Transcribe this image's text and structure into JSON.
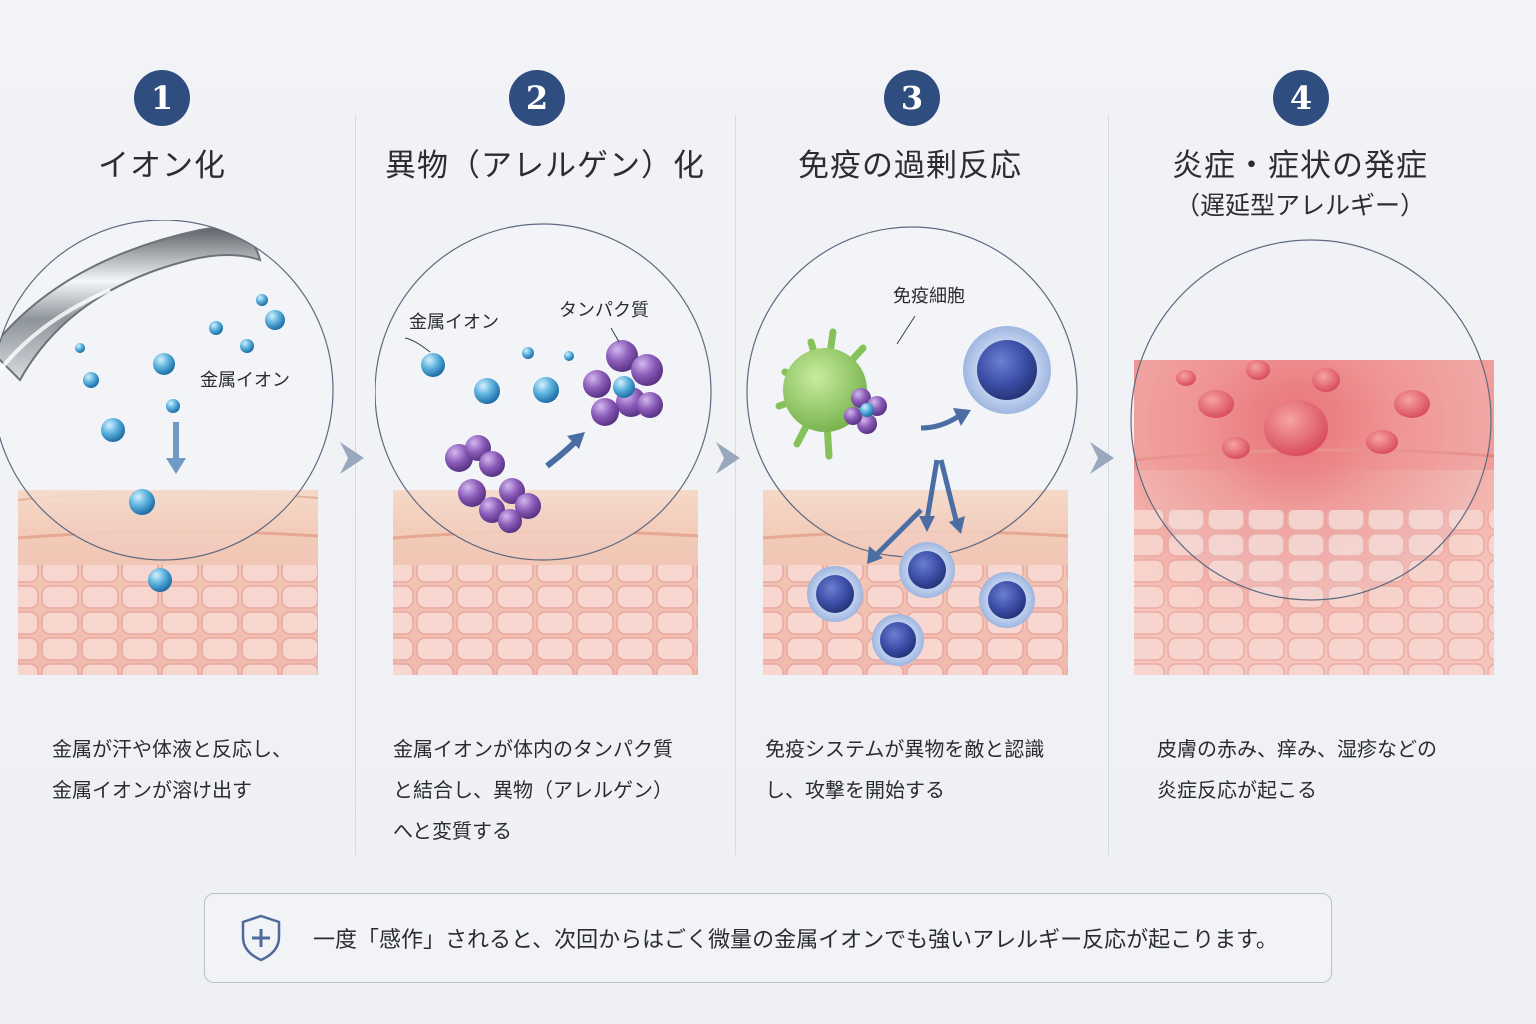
{
  "steps": [
    {
      "number": "1",
      "title": "イオン化",
      "subtitle": "",
      "callouts": [
        "金属イオン"
      ],
      "desc": [
        "金属が汗や体液と反応し、",
        "金属イオンが溶け出す"
      ]
    },
    {
      "number": "2",
      "title": "異物（アレルゲン）化",
      "subtitle": "",
      "callouts": [
        "金属イオン",
        "タンパク質"
      ],
      "desc": [
        "金属イオンが体内のタンパク質",
        "と結合し、異物（アレルゲン）",
        "へと変質する"
      ]
    },
    {
      "number": "3",
      "title": "免疫の過剰反応",
      "subtitle": "",
      "callouts": [
        "免疫細胞"
      ],
      "desc": [
        "免疫システムが異物を敵と認識",
        "し、攻撃を開始する"
      ]
    },
    {
      "number": "4",
      "title": "炎症・症状の発症",
      "subtitle": "（遅延型アレルギー）",
      "callouts": [],
      "desc": [
        "皮膚の赤み、痒み、湿疹などの",
        "炎症反応が起こる"
      ]
    }
  ],
  "notice": {
    "icon": "shield-plus-icon",
    "text": "一度「感作」されると、次回からはごく微量の金属イオンでも強いアレルギー反応が起こります。"
  },
  "colors": {
    "accent": "#2f4e7f",
    "ion": "#3c93c9",
    "protein": "#8a5bb8",
    "immune": "#3d4fa8",
    "virus": "#86c25a",
    "skin": "#f3c4b4",
    "inflammation": "#ec6e6e"
  }
}
